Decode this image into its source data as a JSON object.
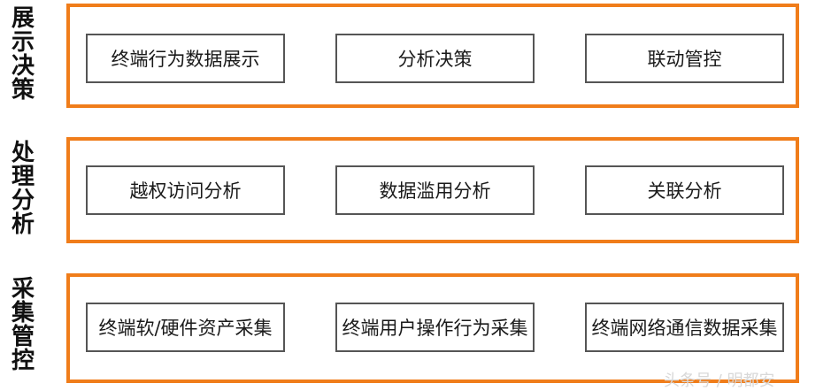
{
  "layers": [
    {
      "label": [
        "展",
        "示",
        "决",
        "策"
      ],
      "items": [
        "终端行为数据展示",
        "分析决策",
        "联动管控"
      ]
    },
    {
      "label": [
        "处",
        "理",
        "分",
        "析"
      ],
      "items": [
        "越权访问分析",
        "数据滥用分析",
        "关联分析"
      ]
    },
    {
      "label": [
        "采",
        "集",
        "管",
        "控"
      ],
      "items": [
        "终端软/硬件资产采集",
        "终端用户操作行为采集",
        "终端网络通信数据采集"
      ]
    }
  ],
  "watermark": "头条号 / 明都安",
  "colors": {
    "layer_border": "#f07d1a",
    "item_border": "#555555",
    "text": "#1a1a1a"
  }
}
